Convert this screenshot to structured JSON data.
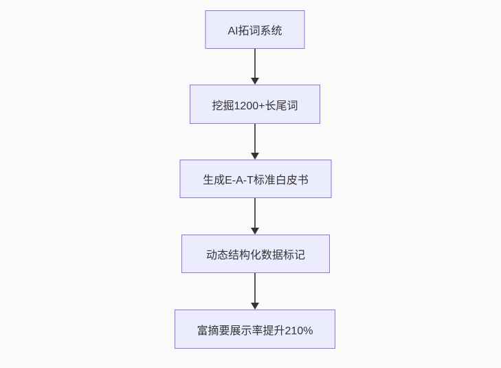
{
  "diagram": {
    "type": "flowchart",
    "direction": "top-down",
    "nodes": [
      {
        "id": "A",
        "label": "AI拓词系统"
      },
      {
        "id": "B",
        "label": "挖掘1200+长尾词"
      },
      {
        "id": "C",
        "label": "生成E-A-T标准白皮书"
      },
      {
        "id": "D",
        "label": "动态结构化数据标记"
      },
      {
        "id": "E",
        "label": "富摘要展示率提升210%"
      }
    ],
    "edges": [
      {
        "from": "A",
        "to": "B"
      },
      {
        "from": "B",
        "to": "C"
      },
      {
        "from": "C",
        "to": "D"
      },
      {
        "from": "D",
        "to": "E"
      }
    ]
  },
  "colors": {
    "background": "#fafafa",
    "node_fill": "#ececff",
    "node_border": "#9370db",
    "node_text": "#333333",
    "arrow_line": "#555555",
    "arrow_head": "#333333"
  }
}
